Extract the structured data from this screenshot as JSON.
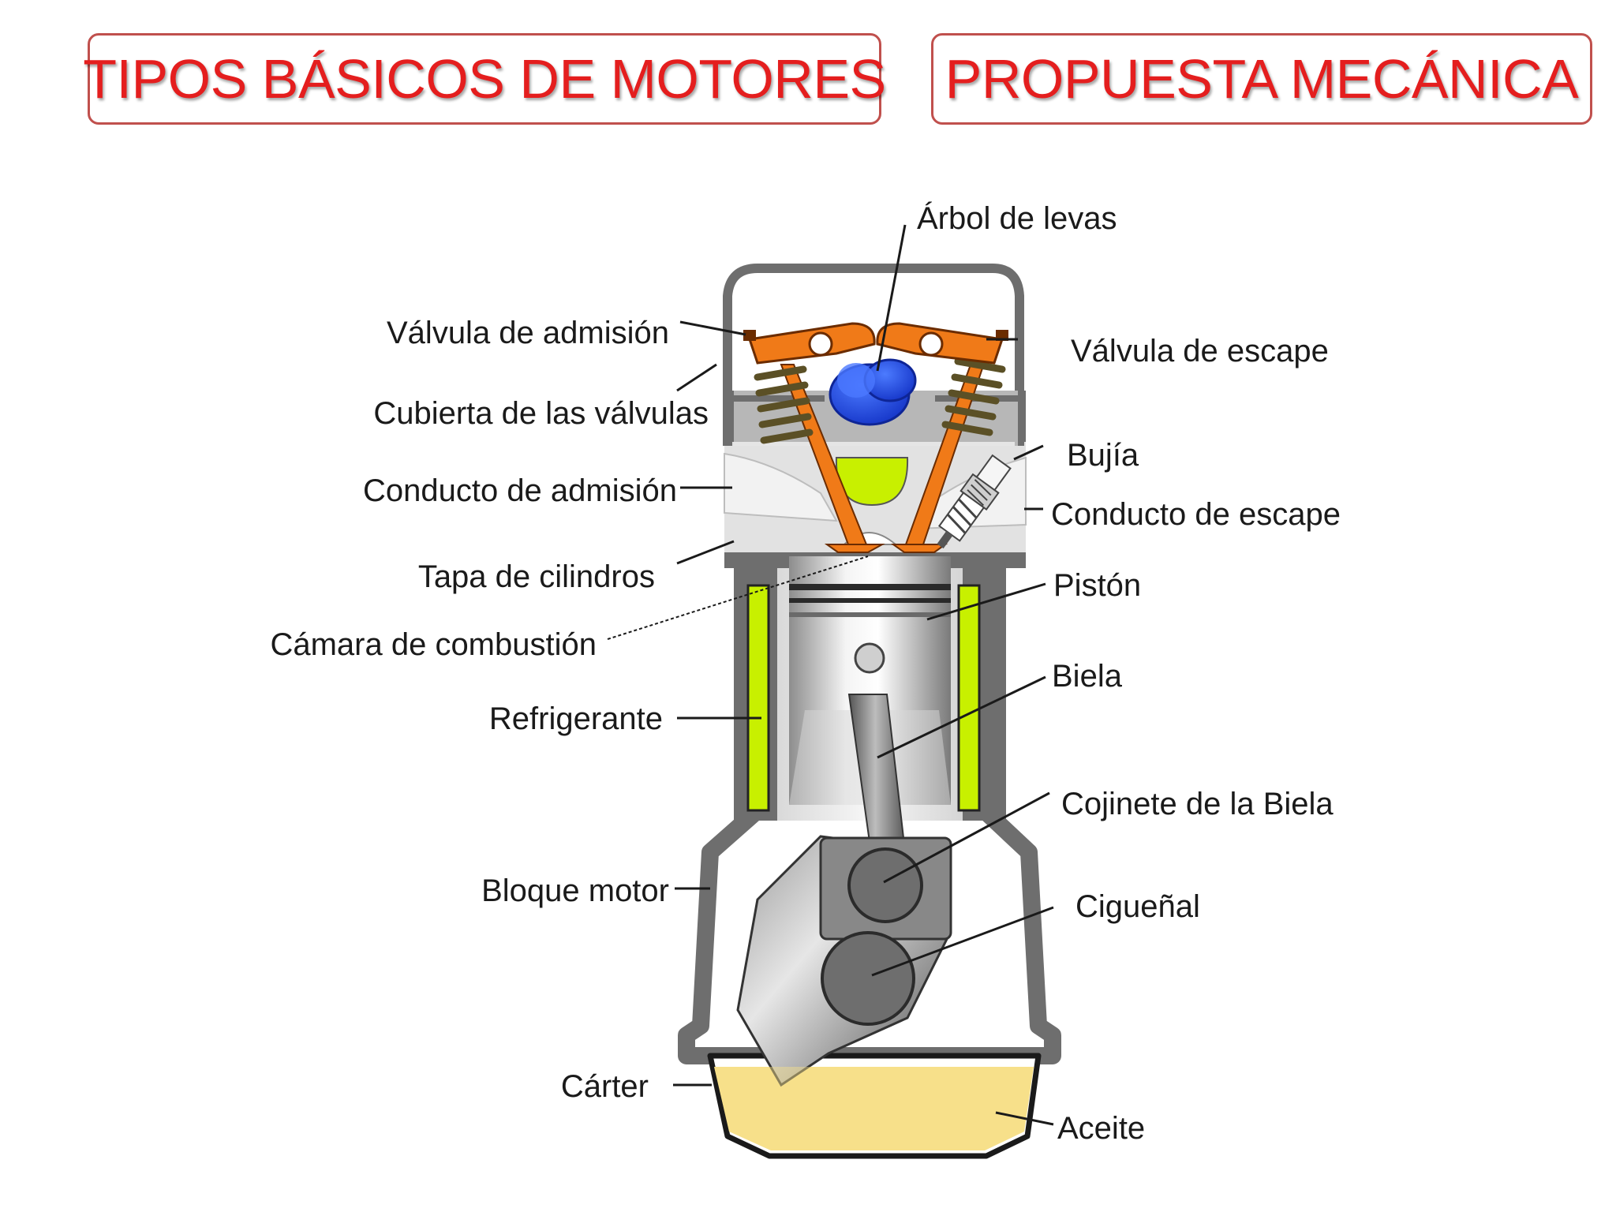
{
  "titles": {
    "left": "TIPOS BÁSICOS DE MOTORES",
    "right": "PROPUESTA MECÁNICA"
  },
  "colors": {
    "title_text": "#e41e1e",
    "title_border": "#c0504d",
    "coolant": "#c8f000",
    "camshaft": "#2f55e6",
    "rocker_valve": "#f07a18",
    "oil": "#f7e08a",
    "engine_body": "#6e6e6e"
  },
  "labels": {
    "arbol_de_levas": "Árbol de levas",
    "valvula_admision": "Válvula de admisión",
    "valvula_escape": "Válvula de escape",
    "cubierta_valvulas": "Cubierta de las válvulas",
    "bujia": "Bujía",
    "conducto_admision": "Conducto de admisión",
    "conducto_escape": "Conducto de escape",
    "tapa_cilindros": "Tapa de cilindros",
    "piston": "Pistón",
    "camara_combustion": "Cámara de combustión",
    "biela": "Biela",
    "refrigerante": "Refrigerante",
    "cojinete_biela": "Cojinete de la Biela",
    "bloque_motor": "Bloque motor",
    "cigueñal": "Cigueñal",
    "carter": "Cárter",
    "aceite": "Aceite"
  }
}
